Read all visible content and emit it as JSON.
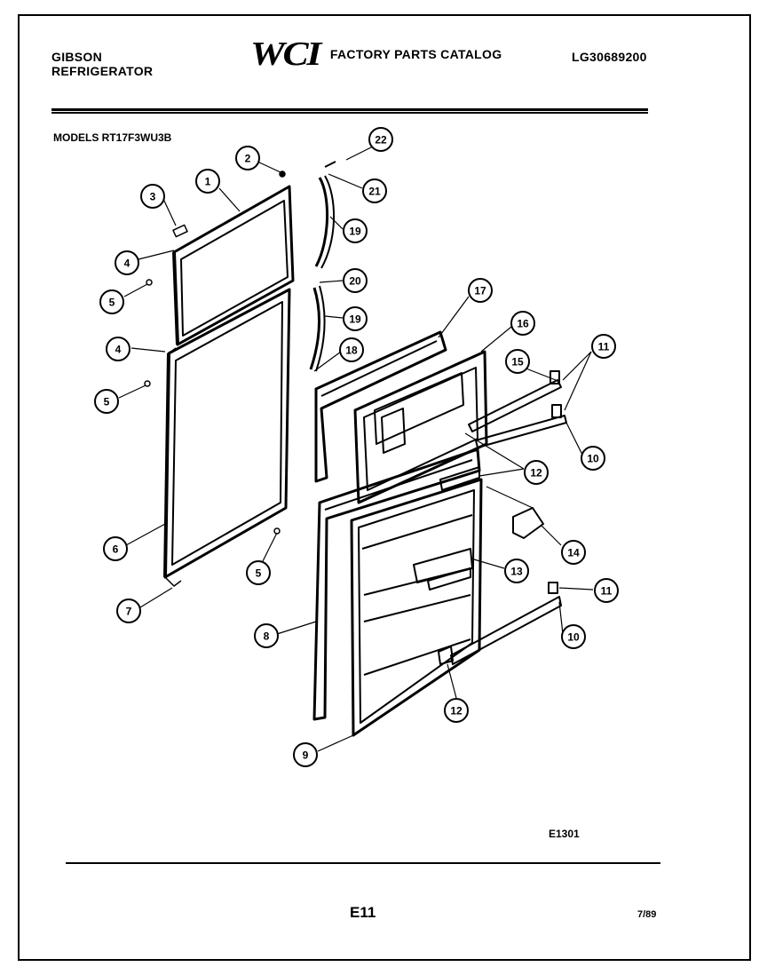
{
  "header": {
    "brand_line1": "GIBSON",
    "brand_line2": "REFRIGERATOR",
    "logo_text": "WCI",
    "catalog_title": "FACTORY PARTS CATALOG",
    "catalog_number": "LG30689200"
  },
  "models_line": "MODELS RT17F3WU3B",
  "diagram_code": "E1301",
  "footer": {
    "page_number": "E11",
    "date": "7/89"
  },
  "callouts": [
    "1",
    "2",
    "3",
    "4",
    "5",
    "4",
    "5",
    "6",
    "5",
    "7",
    "22",
    "21",
    "19",
    "20",
    "19",
    "18",
    "17",
    "16",
    "15",
    "11",
    "10",
    "12",
    "14",
    "13",
    "11",
    "10",
    "8",
    "12",
    "9"
  ]
}
